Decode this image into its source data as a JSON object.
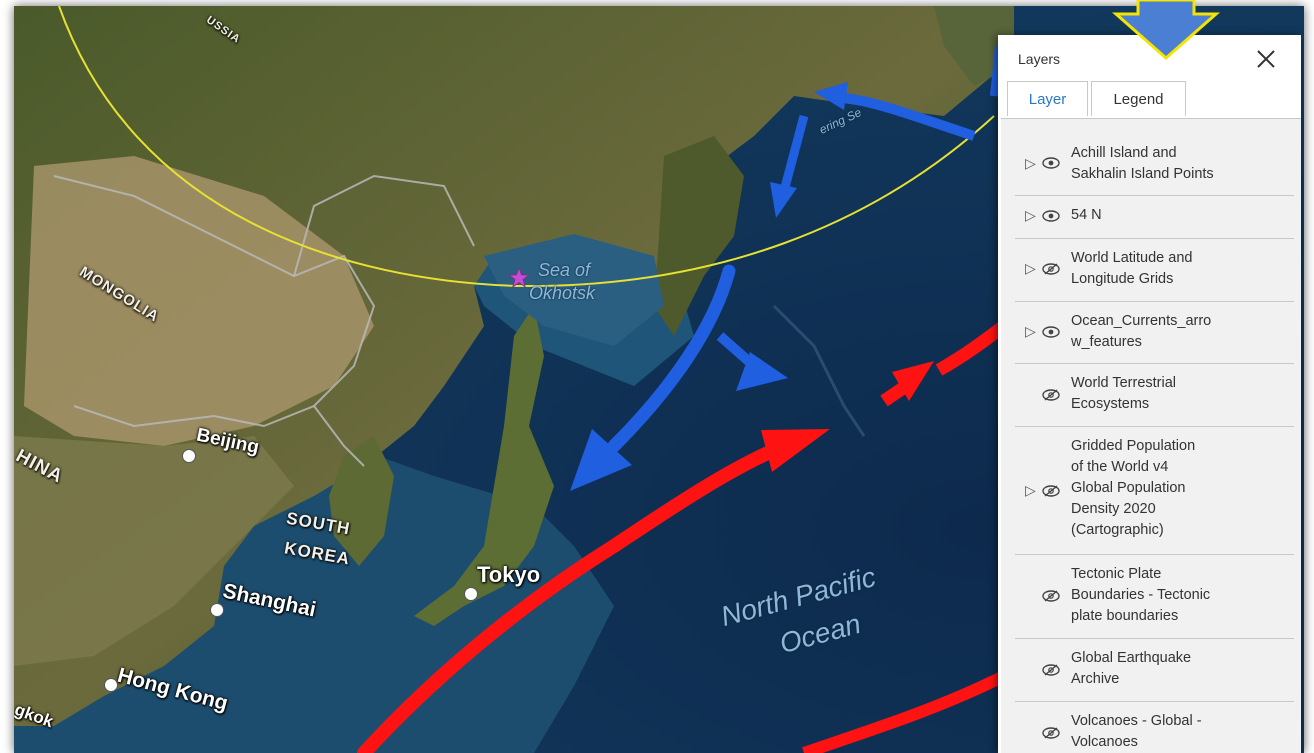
{
  "map": {
    "cities": [
      {
        "name": "Beijing"
      },
      {
        "name": "Tokyo"
      },
      {
        "name": "Shanghai"
      },
      {
        "name": "Hong Kong"
      },
      {
        "name": "gkok"
      }
    ],
    "countries": [
      {
        "name": "MONGOLIA"
      },
      {
        "name": "SOUTH"
      },
      {
        "name": "KOREA"
      },
      {
        "name": "HINA"
      },
      {
        "name": "USSIA"
      }
    ],
    "waters": [
      {
        "name": "Sea of"
      },
      {
        "name": "Okhotsk"
      },
      {
        "name": "North Pacific"
      },
      {
        "name": "Ocean"
      },
      {
        "name": "ering Se"
      }
    ],
    "colors": {
      "cold_current": "#1f5fe0",
      "warm_current": "#ff1212",
      "latitude_line": "#e6e132",
      "marker_star": "#c84bd6",
      "pointer_arrow_fill": "#4a7fd4",
      "pointer_arrow_border": "#f5e400"
    },
    "marker_icon": "star-icon"
  },
  "layers_panel": {
    "title": "Layers",
    "close_icon": "close-icon",
    "tabs": [
      {
        "label": "Layer",
        "active": true
      },
      {
        "label": "Legend",
        "active": false
      }
    ],
    "layers": [
      {
        "label": "Achill Island and\nSakhalin Island Points",
        "expandable": true,
        "visible": true
      },
      {
        "label": "54 N",
        "expandable": true,
        "visible": true
      },
      {
        "label": "World Latitude and\nLongitude Grids",
        "expandable": true,
        "visible": false
      },
      {
        "label": "Ocean_Currents_arro\nw_features",
        "expandable": true,
        "visible": true
      },
      {
        "label": "World Terrestrial\nEcosystems",
        "expandable": false,
        "visible": false
      },
      {
        "label": "Gridded Population\nof the World v4\nGlobal Population\nDensity 2020\n(Cartographic)",
        "expandable": true,
        "visible": false
      },
      {
        "label": "Tectonic Plate\nBoundaries - Tectonic\nplate boundaries",
        "expandable": false,
        "visible": false
      },
      {
        "label": "Global Earthquake\nArchive",
        "expandable": false,
        "visible": false
      },
      {
        "label": "Volcanoes - Global -\nVolcanoes",
        "expandable": false,
        "visible": false
      }
    ]
  }
}
